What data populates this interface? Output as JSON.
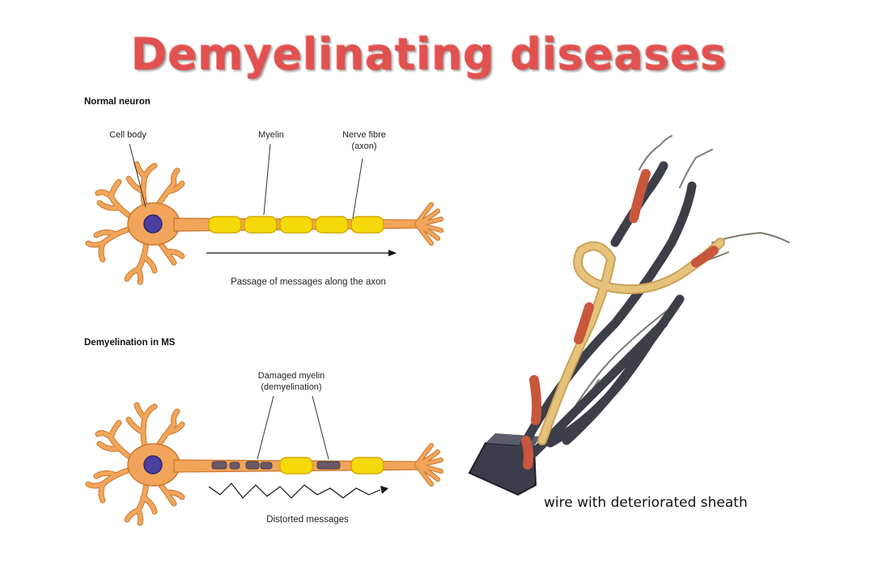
{
  "title": "Demyelinating diseases",
  "normal_section": {
    "heading": "Normal neuron",
    "labels": {
      "cell_body": "Cell body",
      "myelin": "Myelin",
      "nerve_fibre_line1": "Nerve fibre",
      "nerve_fibre_line2": "(axon)"
    },
    "arrow_caption": "Passage of messages along the axon"
  },
  "ms_section": {
    "heading": "Demyelination in MS",
    "labels": {
      "damaged_line1": "Damaged myelin",
      "damaged_line2": "(demyelination)"
    },
    "arrow_caption": "Distorted messages"
  },
  "photo_caption": "wire with deteriorated sheath",
  "colors": {
    "title": "#e0514f",
    "neuron": "#f2a55a",
    "neuron_outline": "#c9772f",
    "nucleus": "#4b3fa0",
    "myelin": "#f5d90a",
    "damaged_myelin": "#6a5a66",
    "wire_dark": "#3c3f47",
    "wire_orange": "#c8573c",
    "wire_tan": "#e6c27a"
  }
}
